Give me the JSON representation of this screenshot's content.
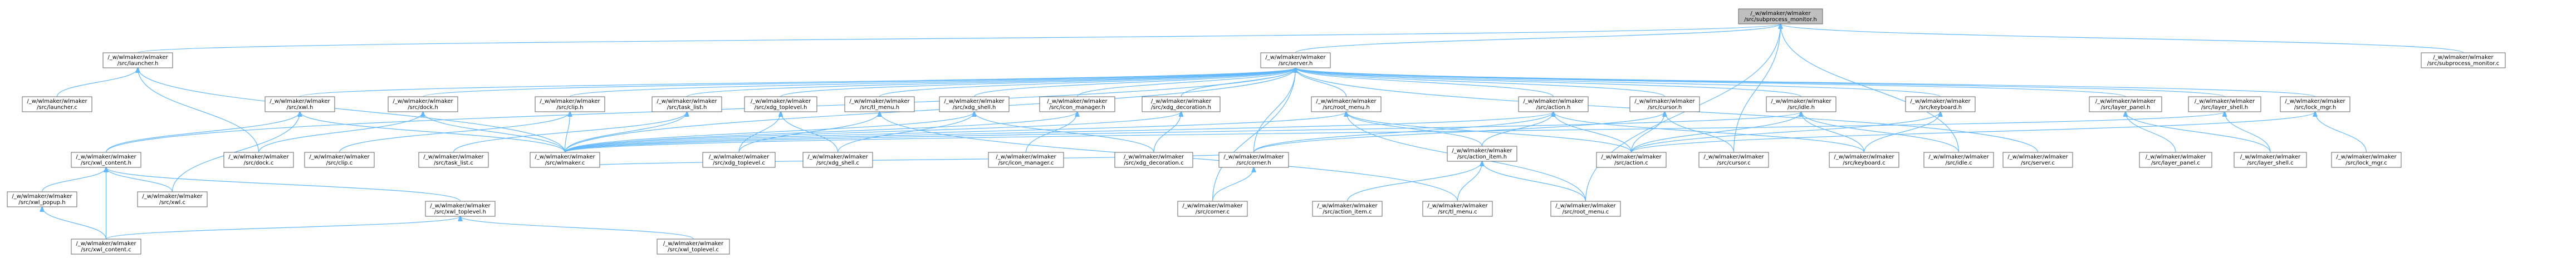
{
  "diagram": {
    "colors": {
      "edge": "#63b8ff",
      "node_fill": "#ffffff",
      "node_stroke": "#666666",
      "root_fill": "#bfbfbf",
      "root_stroke": "#404040",
      "highlight_stroke": "#ff0000"
    },
    "nodes": [
      {
        "id": "subprocess_monitor_h",
        "lines": [
          "/_w/wlmaker/wlmaker",
          "/src/subprocess_monitor.h"
        ],
        "style": "root"
      },
      {
        "id": "launcher_h",
        "lines": [
          "/_w/wlmaker/wlmaker",
          "/src/launcher.h"
        ]
      },
      {
        "id": "server_h",
        "lines": [
          "/_w/wlmaker/wlmaker",
          "/src/server.h"
        ]
      },
      {
        "id": "subprocess_monitor_c",
        "lines": [
          "/_w/wlmaker/wlmaker",
          "/src/subprocess_monitor.c"
        ]
      },
      {
        "id": "launcher_c",
        "lines": [
          "/_w/wlmaker/wlmaker",
          "/src/launcher.c"
        ]
      },
      {
        "id": "xwl_h",
        "lines": [
          "/_w/wlmaker/wlmaker",
          "/src/xwl.h"
        ]
      },
      {
        "id": "dock_h",
        "lines": [
          "/_w/wlmaker/wlmaker",
          "/src/dock.h"
        ]
      },
      {
        "id": "clip_h",
        "lines": [
          "/_w/wlmaker/wlmaker",
          "/src/clip.h"
        ]
      },
      {
        "id": "task_list_h",
        "lines": [
          "/_w/wlmaker/wlmaker",
          "/src/task_list.h"
        ]
      },
      {
        "id": "xdg_toplevel_h",
        "lines": [
          "/_w/wlmaker/wlmaker",
          "/src/xdg_toplevel.h"
        ]
      },
      {
        "id": "tl_menu_h",
        "lines": [
          "/_w/wlmaker/wlmaker",
          "/src/tl_menu.h"
        ]
      },
      {
        "id": "xdg_shell_h",
        "lines": [
          "/_w/wlmaker/wlmaker",
          "/src/xdg_shell.h"
        ]
      },
      {
        "id": "icon_manager_h",
        "lines": [
          "/_w/wlmaker/wlmaker",
          "/src/icon_manager.h"
        ]
      },
      {
        "id": "xdg_decoration_h",
        "lines": [
          "/_w/wlmaker/wlmaker",
          "/src/xdg_decoration.h"
        ]
      },
      {
        "id": "root_menu_h",
        "lines": [
          "/_w/wlmaker/wlmaker",
          "/src/root_menu.h"
        ]
      },
      {
        "id": "action_h",
        "lines": [
          "/_w/wlmaker/wlmaker",
          "/src/action.h"
        ]
      },
      {
        "id": "cursor_h",
        "lines": [
          "/_w/wlmaker/wlmaker",
          "/src/cursor.h"
        ]
      },
      {
        "id": "idle_h",
        "lines": [
          "/_w/wlmaker/wlmaker",
          "/src/idle.h"
        ]
      },
      {
        "id": "keyboard_h",
        "lines": [
          "/_w/wlmaker/wlmaker",
          "/src/keyboard.h"
        ]
      },
      {
        "id": "layer_panel_h",
        "lines": [
          "/_w/wlmaker/wlmaker",
          "/src/layer_panel.h"
        ]
      },
      {
        "id": "layer_shell_h",
        "lines": [
          "/_w/wlmaker/wlmaker",
          "/src/layer_shell.h"
        ]
      },
      {
        "id": "lock_mgr_h",
        "lines": [
          "/_w/wlmaker/wlmaker",
          "/src/lock_mgr.h"
        ]
      },
      {
        "id": "xwl_content_h",
        "lines": [
          "/_w/wlmaker/wlmaker",
          "/src/xwl_content.h"
        ]
      },
      {
        "id": "dock_c",
        "lines": [
          "/_w/wlmaker/wlmaker",
          "/src/dock.c"
        ]
      },
      {
        "id": "clip_c",
        "lines": [
          "/_w/wlmaker/wlmaker",
          "/src/clip.c"
        ]
      },
      {
        "id": "task_list_c",
        "lines": [
          "/_w/wlmaker/wlmaker",
          "/src/task_list.c"
        ]
      },
      {
        "id": "wlmaker_c",
        "lines": [
          "/_w/wlmaker/wlmaker",
          "/src/wlmaker.c"
        ]
      },
      {
        "id": "xdg_toplevel_c",
        "lines": [
          "/_w/wlmaker/wlmaker",
          "/src/xdg_toplevel.c"
        ]
      },
      {
        "id": "xdg_shell_c",
        "lines": [
          "/_w/wlmaker/wlmaker",
          "/src/xdg_shell.c"
        ]
      },
      {
        "id": "icon_manager_c",
        "lines": [
          "/_w/wlmaker/wlmaker",
          "/src/icon_manager.c"
        ]
      },
      {
        "id": "xdg_decoration_c",
        "lines": [
          "/_w/wlmaker/wlmaker",
          "/src/xdg_decoration.c"
        ]
      },
      {
        "id": "corner_h",
        "lines": [
          "/_w/wlmaker/wlmaker",
          "/src/corner.h"
        ]
      },
      {
        "id": "action_item_h",
        "lines": [
          "/_w/wlmaker/wlmaker",
          "/src/action_item.h"
        ]
      },
      {
        "id": "action_c",
        "lines": [
          "/_w/wlmaker/wlmaker",
          "/src/action.c"
        ]
      },
      {
        "id": "cursor_c",
        "lines": [
          "/_w/wlmaker/wlmaker",
          "/src/cursor.c"
        ]
      },
      {
        "id": "keyboard_c",
        "lines": [
          "/_w/wlmaker/wlmaker",
          "/src/keyboard.c"
        ]
      },
      {
        "id": "idle_c",
        "lines": [
          "/_w/wlmaker/wlmaker",
          "/src/idle.c"
        ]
      },
      {
        "id": "server_c",
        "lines": [
          "/_w/wlmaker/wlmaker",
          "/src/server.c"
        ]
      },
      {
        "id": "layer_panel_c",
        "lines": [
          "/_w/wlmaker/wlmaker",
          "/src/layer_panel.c"
        ]
      },
      {
        "id": "layer_shell_c",
        "lines": [
          "/_w/wlmaker/wlmaker",
          "/src/layer_shell.c"
        ]
      },
      {
        "id": "lock_mgr_c",
        "lines": [
          "/_w/wlmaker/wlmaker",
          "/src/lock_mgr.c"
        ]
      },
      {
        "id": "xwl_popup_h",
        "lines": [
          "/_w/wlmaker/wlmaker",
          "/src/xwl_popup.h"
        ],
        "style": "highlight"
      },
      {
        "id": "xwl_c",
        "lines": [
          "/_w/wlmaker/wlmaker",
          "/src/xwl.c"
        ]
      },
      {
        "id": "xwl_toplevel_h",
        "lines": [
          "/_w/wlmaker/wlmaker",
          "/src/xwl_toplevel.h"
        ]
      },
      {
        "id": "corner_c",
        "lines": [
          "/_w/wlmaker/wlmaker",
          "/src/corner.c"
        ]
      },
      {
        "id": "action_item_c",
        "lines": [
          "/_w/wlmaker/wlmaker",
          "/src/action_item.c"
        ]
      },
      {
        "id": "tl_menu_c",
        "lines": [
          "/_w/wlmaker/wlmaker",
          "/src/tl_menu.c"
        ]
      },
      {
        "id": "root_menu_c",
        "lines": [
          "/_w/wlmaker/wlmaker",
          "/src/root_menu.c"
        ]
      },
      {
        "id": "xwl_content_c",
        "lines": [
          "/_w/wlmaker/wlmaker",
          "/src/xwl_content.c"
        ]
      },
      {
        "id": "xwl_toplevel_c",
        "lines": [
          "/_w/wlmaker/wlmaker",
          "/src/xwl_toplevel.c"
        ]
      }
    ],
    "edges": [
      [
        "launcher_h",
        "subprocess_monitor_h"
      ],
      [
        "server_h",
        "subprocess_monitor_h"
      ],
      [
        "subprocess_monitor_c",
        "subprocess_monitor_h"
      ],
      [
        "cursor_c",
        "subprocess_monitor_h"
      ],
      [
        "root_menu_c",
        "subprocess_monitor_h"
      ],
      [
        "idle_c",
        "subprocess_monitor_h"
      ],
      [
        "launcher_c",
        "launcher_h"
      ],
      [
        "dock_c",
        "launcher_h"
      ],
      [
        "wlmaker_c",
        "launcher_h"
      ],
      [
        "xwl_h",
        "server_h"
      ],
      [
        "dock_h",
        "server_h"
      ],
      [
        "clip_h",
        "server_h"
      ],
      [
        "task_list_h",
        "server_h"
      ],
      [
        "xdg_toplevel_h",
        "server_h"
      ],
      [
        "tl_menu_h",
        "server_h"
      ],
      [
        "xdg_shell_h",
        "server_h"
      ],
      [
        "icon_manager_h",
        "server_h"
      ],
      [
        "xdg_decoration_h",
        "server_h"
      ],
      [
        "root_menu_h",
        "server_h"
      ],
      [
        "action_h",
        "server_h"
      ],
      [
        "cursor_h",
        "server_h"
      ],
      [
        "idle_h",
        "server_h"
      ],
      [
        "keyboard_h",
        "server_h"
      ],
      [
        "layer_panel_h",
        "server_h"
      ],
      [
        "layer_shell_h",
        "server_h"
      ],
      [
        "lock_mgr_h",
        "server_h"
      ],
      [
        "wlmaker_c",
        "server_h"
      ],
      [
        "corner_h",
        "server_h"
      ],
      [
        "server_c",
        "server_h"
      ],
      [
        "corner_c",
        "server_h"
      ],
      [
        "xwl_content_h",
        "server_h"
      ],
      [
        "xwl_content_h",
        "xwl_h"
      ],
      [
        "xwl_c",
        "xwl_h"
      ],
      [
        "wlmaker_c",
        "xwl_h"
      ],
      [
        "dock_c",
        "dock_h"
      ],
      [
        "wlmaker_c",
        "dock_h"
      ],
      [
        "clip_c",
        "clip_h"
      ],
      [
        "wlmaker_c",
        "clip_h"
      ],
      [
        "task_list_c",
        "task_list_h"
      ],
      [
        "wlmaker_c",
        "task_list_h"
      ],
      [
        "xdg_toplevel_c",
        "xdg_toplevel_h"
      ],
      [
        "xdg_shell_c",
        "xdg_toplevel_h"
      ],
      [
        "tl_menu_c",
        "tl_menu_h"
      ],
      [
        "xdg_toplevel_c",
        "tl_menu_h"
      ],
      [
        "xdg_shell_c",
        "xdg_shell_h"
      ],
      [
        "wlmaker_c",
        "xdg_shell_h"
      ],
      [
        "xdg_decoration_c",
        "xdg_shell_h"
      ],
      [
        "icon_manager_c",
        "icon_manager_h"
      ],
      [
        "wlmaker_c",
        "icon_manager_h"
      ],
      [
        "xdg_decoration_c",
        "xdg_decoration_h"
      ],
      [
        "wlmaker_c",
        "xdg_decoration_h"
      ],
      [
        "root_menu_c",
        "root_menu_h"
      ],
      [
        "action_c",
        "root_menu_h"
      ],
      [
        "wlmaker_c",
        "root_menu_h"
      ],
      [
        "action_item_h",
        "root_menu_h"
      ],
      [
        "action_c",
        "action_h"
      ],
      [
        "action_item_h",
        "action_h"
      ],
      [
        "corner_h",
        "action_h"
      ],
      [
        "keyboard_c",
        "action_h"
      ],
      [
        "wlmaker_c",
        "action_h"
      ],
      [
        "cursor_c",
        "cursor_h"
      ],
      [
        "corner_h",
        "cursor_h"
      ],
      [
        "action_c",
        "cursor_h"
      ],
      [
        "idle_c",
        "idle_h"
      ],
      [
        "action_c",
        "idle_h"
      ],
      [
        "keyboard_c",
        "idle_h"
      ],
      [
        "wlmaker_c",
        "idle_h"
      ],
      [
        "keyboard_c",
        "keyboard_h"
      ],
      [
        "action_c",
        "keyboard_h"
      ],
      [
        "layer_panel_c",
        "layer_panel_h"
      ],
      [
        "layer_shell_c",
        "layer_panel_h"
      ],
      [
        "layer_shell_c",
        "layer_shell_h"
      ],
      [
        "wlmaker_c",
        "layer_shell_h"
      ],
      [
        "lock_mgr_c",
        "lock_mgr_h"
      ],
      [
        "action_c",
        "lock_mgr_h"
      ],
      [
        "xwl_popup_h",
        "xwl_content_h"
      ],
      [
        "xwl_c",
        "xwl_content_h"
      ],
      [
        "xwl_toplevel_h",
        "xwl_content_h"
      ],
      [
        "xwl_content_c",
        "xwl_content_h"
      ],
      [
        "xwl_content_c",
        "xwl_popup_h"
      ],
      [
        "xwl_content_c",
        "xwl_toplevel_h"
      ],
      [
        "xwl_toplevel_c",
        "xwl_toplevel_h"
      ],
      [
        "corner_c",
        "corner_h"
      ],
      [
        "wlmaker_c",
        "corner_h"
      ],
      [
        "action_item_c",
        "action_item_h"
      ],
      [
        "tl_menu_c",
        "action_item_h"
      ],
      [
        "root_menu_c",
        "action_item_h"
      ]
    ]
  }
}
